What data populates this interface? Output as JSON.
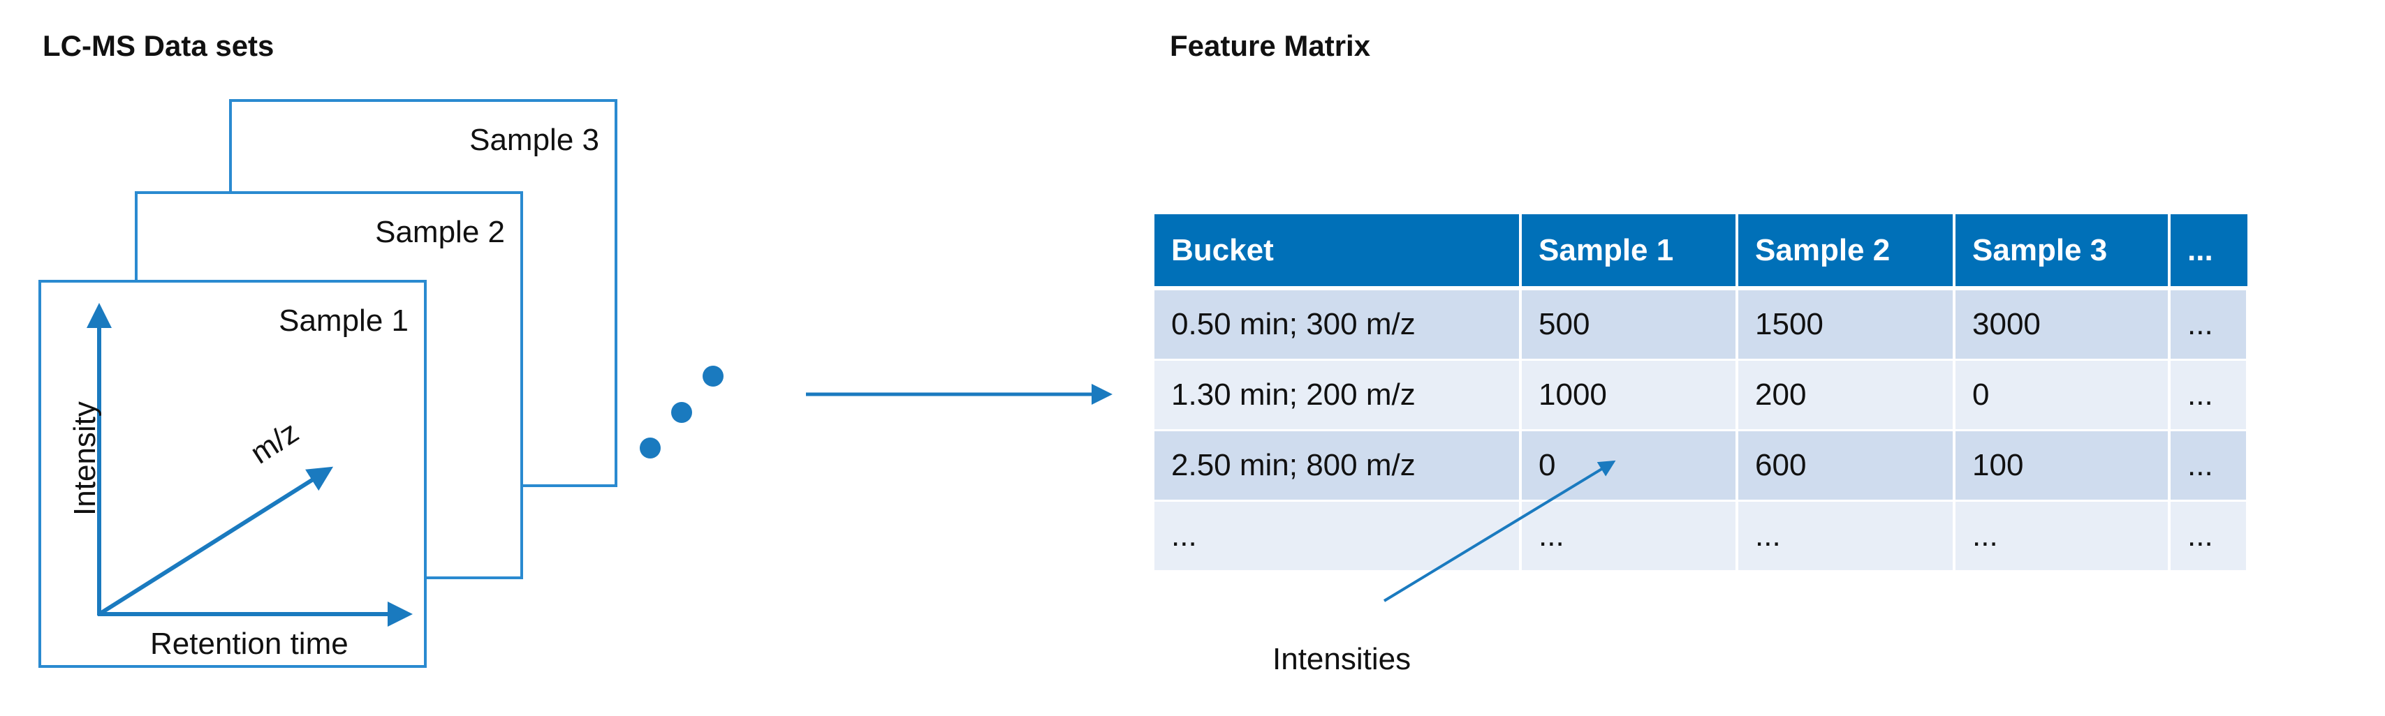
{
  "left": {
    "title": "LC-MS Data sets",
    "samples": [
      "Sample 1",
      "Sample 2",
      "Sample 3"
    ],
    "axes": {
      "y": "Intensity",
      "x": "Retention time",
      "z": "m/z"
    }
  },
  "right": {
    "title": "Feature Matrix",
    "table": {
      "headers": [
        "Bucket",
        "Sample 1",
        "Sample 2",
        "Sample 3",
        "..."
      ],
      "rows": [
        [
          "0.50 min; 300 m/z",
          "500",
          "1500",
          "3000",
          "..."
        ],
        [
          "1.30 min; 200 m/z",
          "1000",
          "200",
          "0",
          "..."
        ],
        [
          "2.50 min; 800 m/z",
          "0",
          "600",
          "100",
          "..."
        ],
        [
          "...",
          "...",
          "...",
          "...",
          "..."
        ]
      ]
    },
    "annotation": "Intensities"
  },
  "colors": {
    "accent": "#1a7abf",
    "header": "#0070b8",
    "row_dark": "#cfdcee",
    "row_light": "#e8eef7"
  }
}
